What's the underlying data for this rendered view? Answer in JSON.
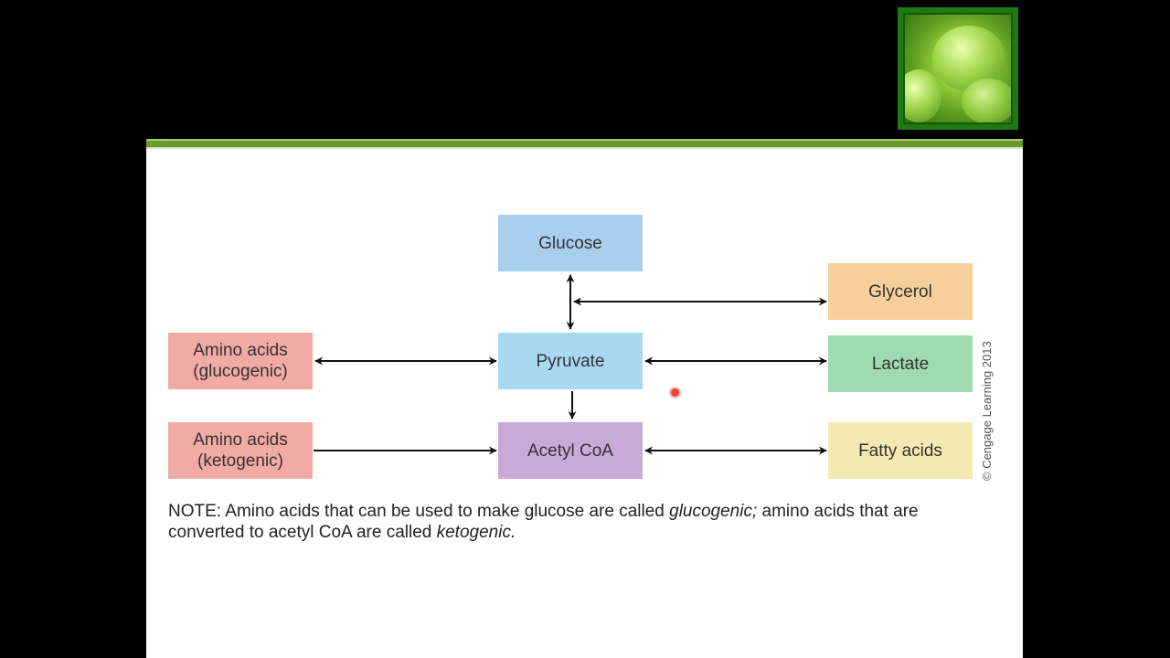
{
  "nodes": {
    "glucose": {
      "label": "Glucose",
      "color": "#a9cfee"
    },
    "pyruvate": {
      "label": "Pyruvate",
      "color": "#a9d8f3"
    },
    "acetyl_coa": {
      "label": "Acetyl CoA",
      "color": "#c9a9d8"
    },
    "glycerol": {
      "label": "Glycerol",
      "color": "#f7cf9a"
    },
    "lactate": {
      "label": "Lactate",
      "color": "#9cdcae"
    },
    "fatty_acids": {
      "label": "Fatty acids",
      "color": "#f5e9b3"
    },
    "amino_glucogenic": {
      "label": "Amino acids\n(glucogenic)",
      "color": "#f2aaa5"
    },
    "amino_ketogenic": {
      "label": "Amino acids\n(ketogenic)",
      "color": "#f2aaa5"
    }
  },
  "edges": [
    {
      "from": "glucose",
      "to": "pyruvate",
      "direction": "both"
    },
    {
      "from": "glucose-pyruvate",
      "to": "glycerol",
      "direction": "both"
    },
    {
      "from": "amino_glucogenic",
      "to": "pyruvate",
      "direction": "both"
    },
    {
      "from": "pyruvate",
      "to": "lactate",
      "direction": "both"
    },
    {
      "from": "pyruvate",
      "to": "acetyl_coa",
      "direction": "forward"
    },
    {
      "from": "amino_ketogenic",
      "to": "acetyl_coa",
      "direction": "forward"
    },
    {
      "from": "acetyl_coa",
      "to": "fatty_acids",
      "direction": "both"
    }
  ],
  "note": {
    "prefix": "NOTE: Amino acids that can be used to make glucose are called ",
    "term1": "glucogenic;",
    "middle": " amino acids that are converted to acetyl CoA are called ",
    "term2": "ketogenic."
  },
  "credit": "© Cengage Learning 2013",
  "colors": {
    "slide_band": "#6d9a2a",
    "arrow": "#111111",
    "thumbnail_frame": "#1f7a14"
  }
}
